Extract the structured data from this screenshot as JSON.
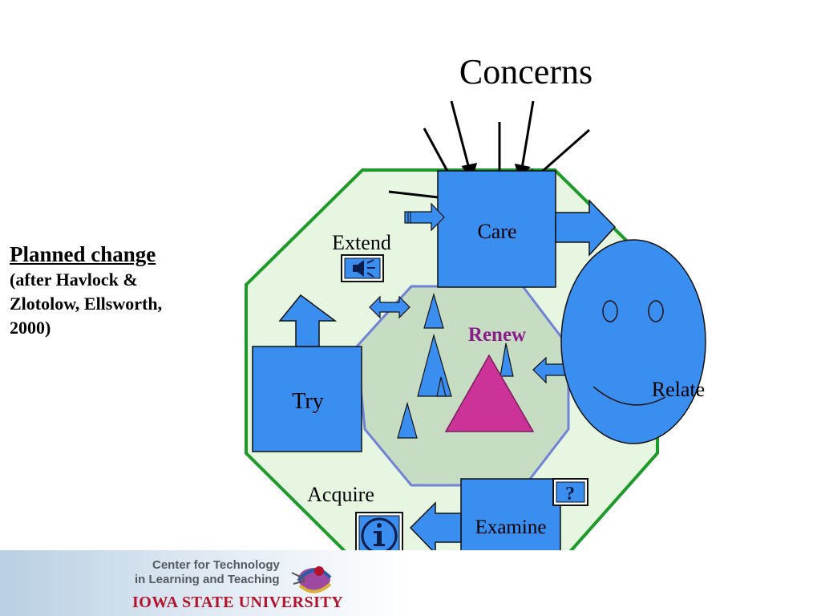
{
  "slide": {
    "heading": "Concerns",
    "side_title": {
      "line1": "Planned change",
      "line2": "(after Havlock &",
      "line3": "Zlotolow, Ellsworth,",
      "line4": "2000)"
    }
  },
  "diagram": {
    "stages": {
      "care": "Care",
      "extend": "Extend",
      "renew": "Renew",
      "relate": "Relate",
      "try": "Try",
      "acquire": "Acquire",
      "examine": "Examine"
    },
    "icons": {
      "sound": "speaker-icon",
      "info": "info-icon",
      "help": "question-icon"
    },
    "colors": {
      "outer_fill": "#e6f6e0",
      "outer_stroke": "#1c9a2a",
      "inner_fill": "#c6ddc4",
      "inner_stroke": "#6f82d6",
      "shape_blue": "#3a8ef0",
      "renew_text": "#8a1d8a",
      "triangle_magenta": "#cc3399"
    }
  },
  "footer": {
    "line1": "Center for Technology",
    "line2": "in Learning and Teaching",
    "university": "IOWA STATE UNIVERSITY"
  }
}
